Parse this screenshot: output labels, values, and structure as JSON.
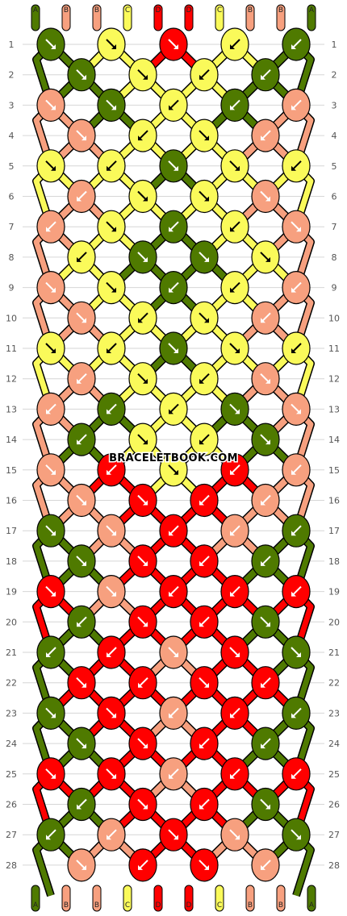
{
  "watermark": "BRACELETBOOK.COM",
  "colors": {
    "A": "#4f7a00",
    "B": "#f7a07f",
    "C": "#fafa5a",
    "D": "#ff0000"
  },
  "top_labels": [
    "A",
    "B",
    "B",
    "C",
    "D",
    "D",
    "C",
    "B",
    "B",
    "A"
  ],
  "bottom_labels": [
    "A",
    "B",
    "B",
    "C",
    "D",
    "D",
    "C",
    "B",
    "B",
    "A"
  ],
  "row_numbers": [
    1,
    2,
    3,
    4,
    5,
    6,
    7,
    8,
    9,
    10,
    11,
    12,
    13,
    14,
    15,
    16,
    17,
    18,
    19,
    20,
    21,
    22,
    23,
    24,
    25,
    26,
    27,
    28
  ],
  "knots": [
    [
      "A:↘",
      "C:↘",
      "D:↘",
      "C:↙",
      "A:↙"
    ],
    [
      "A:↘",
      "C:↘",
      "C:↙",
      "A:↙"
    ],
    [
      "B:↘",
      "A:↘",
      "C:↙",
      "A:↙",
      "B:↙"
    ],
    [
      "B:↘",
      "C:↙",
      "C:↘",
      "B:↙"
    ],
    [
      "C:↘",
      "C:↙",
      "A:↘",
      "C:↘",
      "C:↙"
    ],
    [
      "B:↙",
      "C:↘",
      "C:↘",
      "B:↘"
    ],
    [
      "B:↙",
      "C:↘",
      "A:↙",
      "C:↙",
      "B:↘"
    ],
    [
      "C:↙",
      "A:↘",
      "A:↘",
      "C:↘"
    ],
    [
      "B:↘",
      "C:↘",
      "A:↙",
      "C:↙",
      "B:↙"
    ],
    [
      "B:↘",
      "C:↙",
      "C:↘",
      "B:↙"
    ],
    [
      "C:↘",
      "C:↙",
      "A:↘",
      "C:↘",
      "C:↙"
    ],
    [
      "B:↙",
      "C:↘",
      "C:↙",
      "B:↘"
    ],
    [
      "B:↙",
      "A:↙",
      "C:↙",
      "A:↘",
      "B:↘"
    ],
    [
      "A:↙",
      "C:↘",
      "C:↙",
      "A:↘"
    ],
    [
      "B:↘",
      "D:↙",
      "C:↘",
      "D:↙",
      "B:↙"
    ],
    [
      "B:↘",
      "D:↘",
      "D:↙",
      "B:↙"
    ],
    [
      "A:↘",
      "B:↘",
      "D:↙",
      "B:↙",
      "A:↙"
    ],
    [
      "A:↘",
      "D:↘",
      "D:↙",
      "A:↙"
    ],
    [
      "D:↘",
      "B:↘",
      "D:↙",
      "D:↙",
      "D:↙"
    ],
    [
      "A:↙",
      "D:↘",
      "D:↙",
      "A:↘"
    ],
    [
      "A:↙",
      "D:↙",
      "B:↘",
      "D:↘",
      "A:↘"
    ],
    [
      "D:↘",
      "D:↙",
      "D:↘",
      "D:↙"
    ],
    [
      "A:↘",
      "D:↘",
      "B:↙",
      "D:↙",
      "A:↙"
    ],
    [
      "A:↘",
      "D:↘",
      "D:↙",
      "A:↙"
    ],
    [
      "D:↘",
      "D:↘",
      "B:↙",
      "D:↙",
      "D:↙"
    ],
    [
      "A:↙",
      "D:↘",
      "D:↙",
      "A:↘"
    ],
    [
      "A:↙",
      "B:↙",
      "D:↘",
      "B:↘",
      "A:↘"
    ],
    [
      "B:↘",
      "D:↙",
      "D:↘",
      "B:↙"
    ]
  ]
}
